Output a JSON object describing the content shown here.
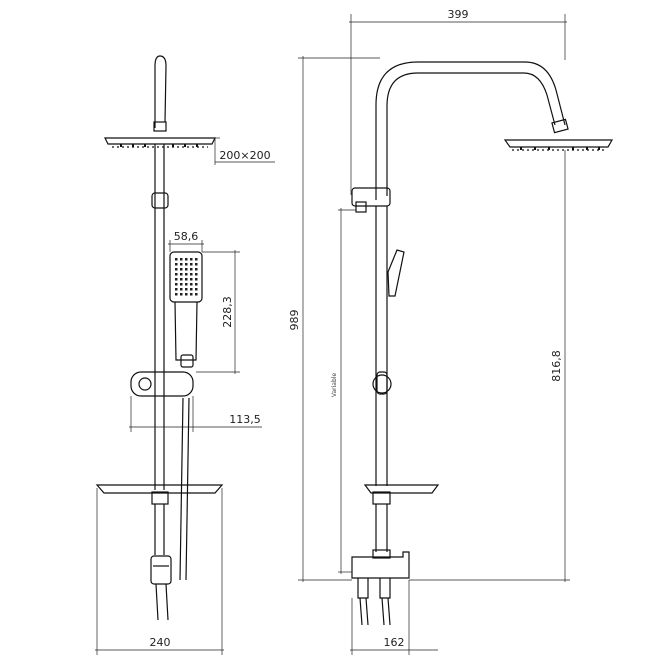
{
  "dimensions": {
    "total_width": "399",
    "total_height": "989",
    "head_height": "816,8",
    "head_size": "200×200",
    "hand_width": "58,6",
    "hand_length": "228,3",
    "holder_offset": "113,5",
    "tray_width": "240",
    "mixer_width": "162"
  },
  "labels": {
    "variable": "Variable"
  }
}
